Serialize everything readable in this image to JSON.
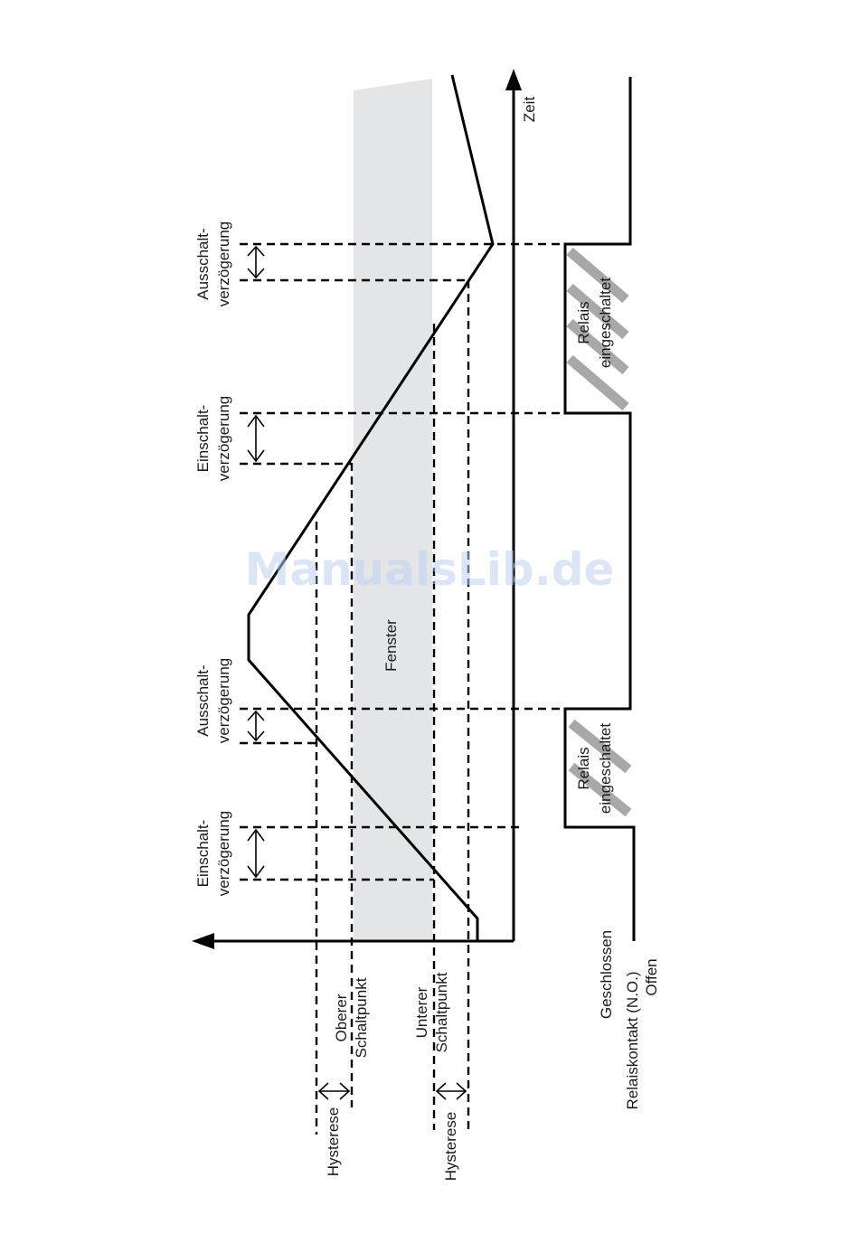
{
  "axis": {
    "time_label": "Zeit"
  },
  "window_band": {
    "label": "Fenster",
    "fill": "#e4e5e6"
  },
  "delays": {
    "on_delay_label": [
      "Einschalt-",
      "verzögerung"
    ],
    "off_delay_label": [
      "Ausschalt-",
      "verzögerung"
    ]
  },
  "switch_points": {
    "upper": [
      "Oberer",
      "Schaltpunkt"
    ],
    "lower": [
      "Unterer",
      "Schaltpunkt"
    ],
    "hysteresis_label": "Hysterese"
  },
  "relay": {
    "state_label": [
      "Relais",
      "eingeschaltet"
    ],
    "closed_label": "Geschlossen",
    "contact_label": "Relaiskontakt (N.O.)",
    "open_label": "Offen",
    "hatch_color": "#a8a8a8"
  },
  "watermark": "ManualsLib.de"
}
